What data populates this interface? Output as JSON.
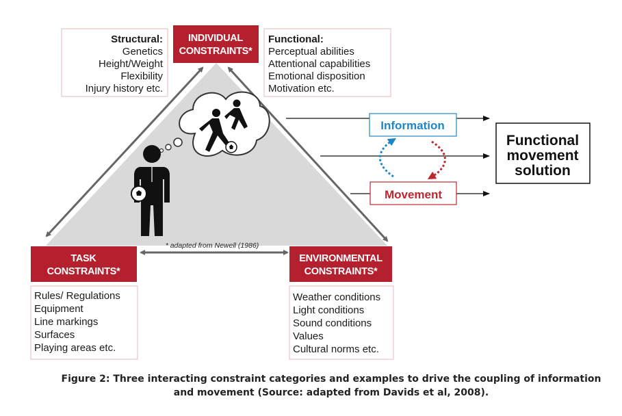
{
  "individual": {
    "title_line1": "INDIVIDUAL",
    "title_line2": "CONSTRAINTS*"
  },
  "task": {
    "title_line1": "TASK",
    "title_line2": "CONSTRAINTS*"
  },
  "environmental": {
    "title_line1": "ENVIRONMENTAL",
    "title_line2": "CONSTRAINTS*"
  },
  "structural": {
    "heading": "Structural:",
    "items": [
      "Genetics",
      "Height/Weight",
      "Flexibility",
      "Injury history etc."
    ]
  },
  "functional": {
    "heading": "Functional:",
    "items": [
      "Perceptual abilities",
      "Attentional capabilities",
      "Emotional disposition",
      "Motivation etc."
    ]
  },
  "task_examples": [
    "Rules/ Regulations",
    "Equipment",
    "Line markings",
    "Surfaces",
    "Playing areas etc."
  ],
  "environmental_examples": [
    "Weather conditions",
    "Light conditions",
    "Sound conditions",
    "Values",
    "Cultural norms etc."
  ],
  "adapted_note": "* adapted from Newell (1986)",
  "information_label": "Information",
  "movement_label": "Movement",
  "solution": {
    "line1": "Functional",
    "line2": "movement",
    "line3": "solution"
  },
  "caption": {
    "line1": "Figure 2: Three interacting constraint categories and examples to drive the coupling of information",
    "line2": "and movement (Source: adapted from Davids et al, 2008)."
  },
  "colors": {
    "constraint_red": "#b5202e",
    "information_blue": "#1f86c4",
    "movement_red": "#c0262e",
    "triangle_fill": "#d9d9d9",
    "arrow_grey": "#666666",
    "box_border_pink": "#e8b8b8"
  },
  "icons": [
    "coach-figure-icon",
    "thought-bubble-icon",
    "players-ball-icon",
    "soccer-ball-icon"
  ]
}
